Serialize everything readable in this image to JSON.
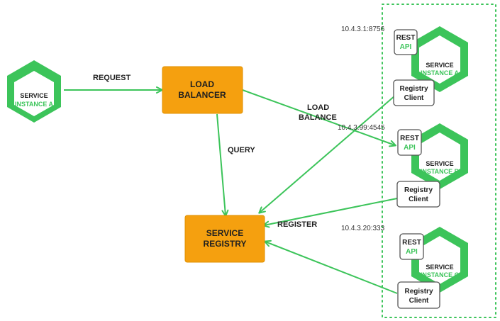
{
  "colors": {
    "green": "#3cc45a",
    "green_dark": "#2fb14c",
    "orange": "#f5a00f",
    "orange_border": "#e09000",
    "text": "#1f1f1f"
  },
  "client": {
    "line1": "SERVICE",
    "line2": "INSTANCE A"
  },
  "load_balancer": {
    "line1": "LOAD",
    "line2": "BALANCER"
  },
  "registry": {
    "line1": "SERVICE",
    "line2": "REGISTRY"
  },
  "edges": {
    "request": "REQUEST",
    "query": "QUERY",
    "load_balance_1": "LOAD",
    "load_balance_2": "BALANCE",
    "register": "REGISTER"
  },
  "instances": [
    {
      "ip": "10.4.3.1:8756",
      "rest": "REST",
      "api": "API",
      "line1": "SERVICE",
      "line2": "INSTANCE A",
      "registry_client_1": "Registry",
      "registry_client_2": "Client"
    },
    {
      "ip": "10.4.3.99:4545",
      "rest": "REST",
      "api": "API",
      "line1": "SERVICE",
      "line2": "INSTANCE B",
      "registry_client_1": "Registry",
      "registry_client_2": "Client"
    },
    {
      "ip": "10.4.3.20:333",
      "rest": "REST",
      "api": "API",
      "line1": "SERVICE",
      "line2": "INSTANCE C",
      "registry_client_1": "Registry",
      "registry_client_2": "Client"
    }
  ]
}
